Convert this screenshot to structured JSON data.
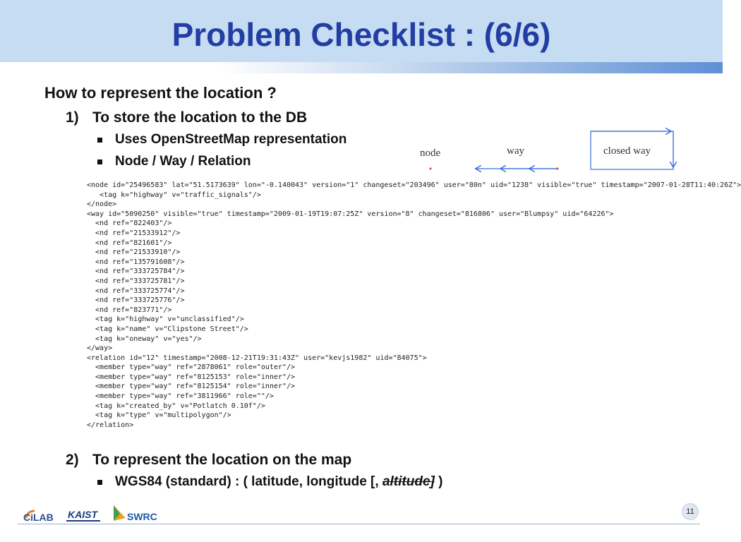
{
  "slide": {
    "title": "Problem Checklist : (6/6)",
    "heading": "How to represent the location ?",
    "item1_num": "1)",
    "item1_text": "To store the location to the DB",
    "bullet1": "Uses OpenStreetMap representation",
    "bullet2": "Node / Way / Relation",
    "item2_num": "2)",
    "item2_text": "To represent the location on the map",
    "bullet3_prefix": "WGS84 (standard) : ( latitude, longitude [, ",
    "bullet3_strike": "altitude]",
    "bullet3_suffix": " )",
    "page_number": "11"
  },
  "diagram": {
    "node_label": "node",
    "way_label": "way",
    "closed_way_label": "closed way",
    "accent_color": "#3a6fd8",
    "point_color": "#e05050"
  },
  "code": {
    "node": {
      "open": "<node id=\"25496583\" lat=\"51.5173639\" lon=\"-0.140043\" version=\"1\" changeset=\"203496\" user=\"80n\" uid=\"1238\" visible=\"true\" timestamp=\"2007-01-28T11:40:26Z\">",
      "tag": "<tag k=\"highway\" v=\"traffic_signals\"/>",
      "close": "</node>"
    },
    "way": {
      "open": "<way id=\"5090250\" visible=\"true\" timestamp=\"2009-01-19T19:07:25Z\" version=\"8\" changeset=\"816806\" user=\"Blumpsy\" uid=\"64226\">",
      "refs": [
        "822403",
        "21533912",
        "821601",
        "21533910",
        "135791608",
        "333725784",
        "333725781",
        "333725774",
        "333725776",
        "823771"
      ],
      "tags": [
        {
          "k": "highway",
          "v": "unclassified"
        },
        {
          "k": "name",
          "v": "Clipstone Street"
        },
        {
          "k": "oneway",
          "v": "yes"
        }
      ],
      "close": "</way>"
    },
    "relation": {
      "open": "<relation id=\"12\" timestamp=\"2008-12-21T19:31:43Z\" user=\"kevjs1982\" uid=\"84075\">",
      "members": [
        {
          "type": "way",
          "ref": "2878061",
          "role": "outer"
        },
        {
          "type": "way",
          "ref": "8125153",
          "role": "inner"
        },
        {
          "type": "way",
          "ref": "8125154",
          "role": "inner"
        },
        {
          "type": "way",
          "ref": "3811966",
          "role": ""
        }
      ],
      "tags": [
        {
          "k": "created_by",
          "v": "Potlatch 0.10f"
        },
        {
          "k": "type",
          "v": "multipolygon"
        }
      ],
      "close": "</relation>"
    }
  },
  "logos": {
    "cilab": "CiLAB",
    "kaist": "KAIST",
    "swrc": "SWRC"
  }
}
